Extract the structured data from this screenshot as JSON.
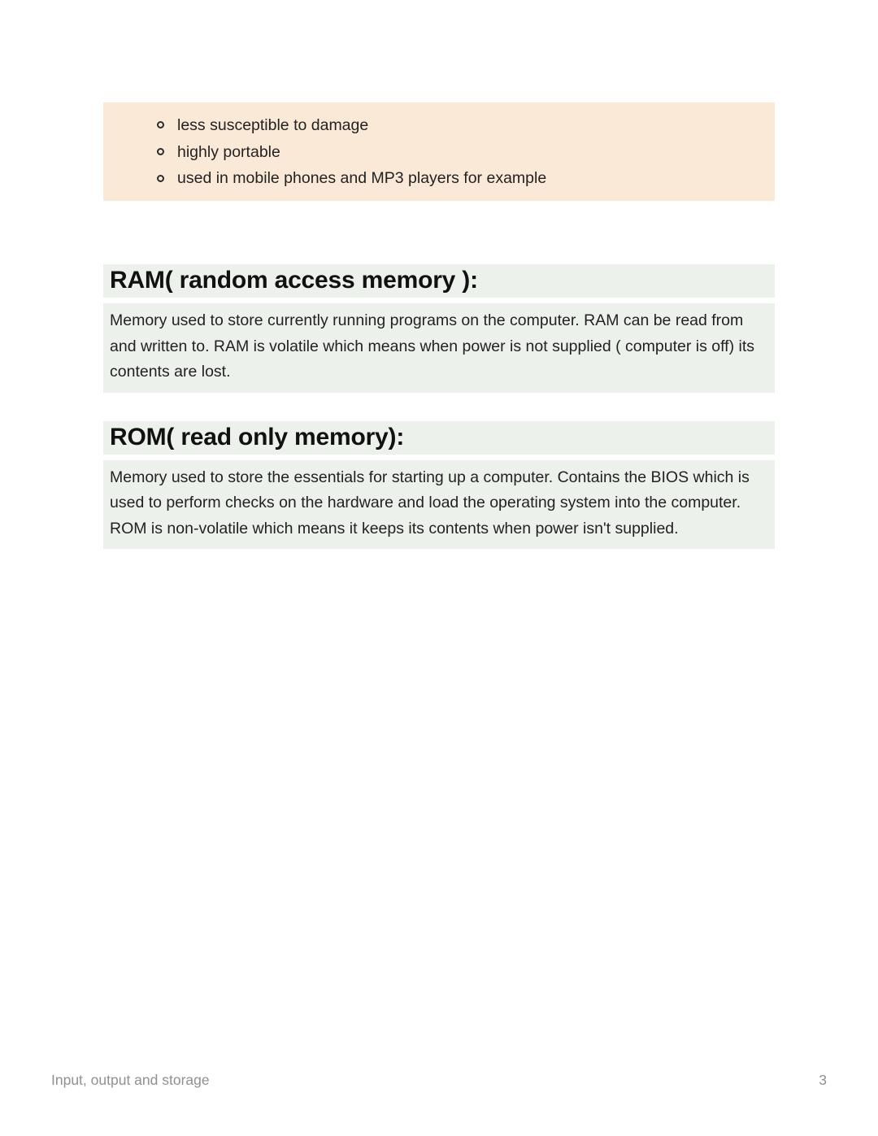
{
  "colors": {
    "orange_bg": "#fbe9d7",
    "green_bg": "#edf1ec",
    "text": "#222222",
    "footer_text": "#8f9090"
  },
  "bullet_list": {
    "items": [
      "less susceptible to damage",
      "highly portable",
      "used in mobile phones and MP3 players for example"
    ]
  },
  "sections": [
    {
      "heading": "RAM( random access memory ):",
      "body": "Memory used to store currently running programs on the computer. RAM can be read from and written to. RAM is volatile which means when power is not supplied ( computer is off) its contents are lost."
    },
    {
      "heading": "ROM( read only memory):",
      "body": "Memory used to store the essentials for starting up a computer. Contains the BIOS which is used to perform checks on the hardware and load the operating system into the computer. ROM is non-volatile which means it keeps its contents when power isn't supplied."
    }
  ],
  "footer": {
    "left": "Input, output and storage",
    "page_number": "3"
  }
}
